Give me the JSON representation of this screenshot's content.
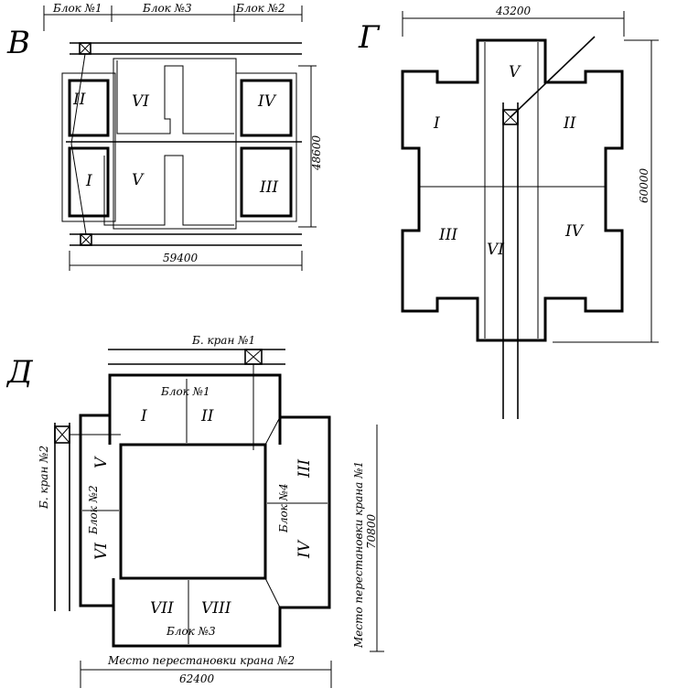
{
  "panel_v": {
    "letter": "В",
    "block_labels": [
      "Блок №1",
      "Блок №3",
      "Блок №2"
    ],
    "dim_width": "59400",
    "dim_height": "48600",
    "sections": [
      "II",
      "VI",
      "IV",
      "I",
      "V",
      "III"
    ]
  },
  "panel_g": {
    "letter": "Г",
    "dim_width": "43200",
    "dim_height": "60000",
    "sections": [
      "V",
      "I",
      "II",
      "III",
      "VI",
      "IV"
    ]
  },
  "panel_d": {
    "letter": "Д",
    "crane1": "Б. кран №1",
    "crane2": "Б. кран №2",
    "block1": "Блок №1",
    "block2": "Блок №2",
    "block3": "Блок №3",
    "block4": "Блок №4",
    "move_crane1": "Место перестановки крана №1",
    "move_crane2": "Место перестановки крана №2",
    "dim_height": "70800",
    "dim_width": "62400",
    "sections": [
      "I",
      "II",
      "III",
      "IV",
      "V",
      "VI",
      "VII",
      "VIII"
    ]
  }
}
